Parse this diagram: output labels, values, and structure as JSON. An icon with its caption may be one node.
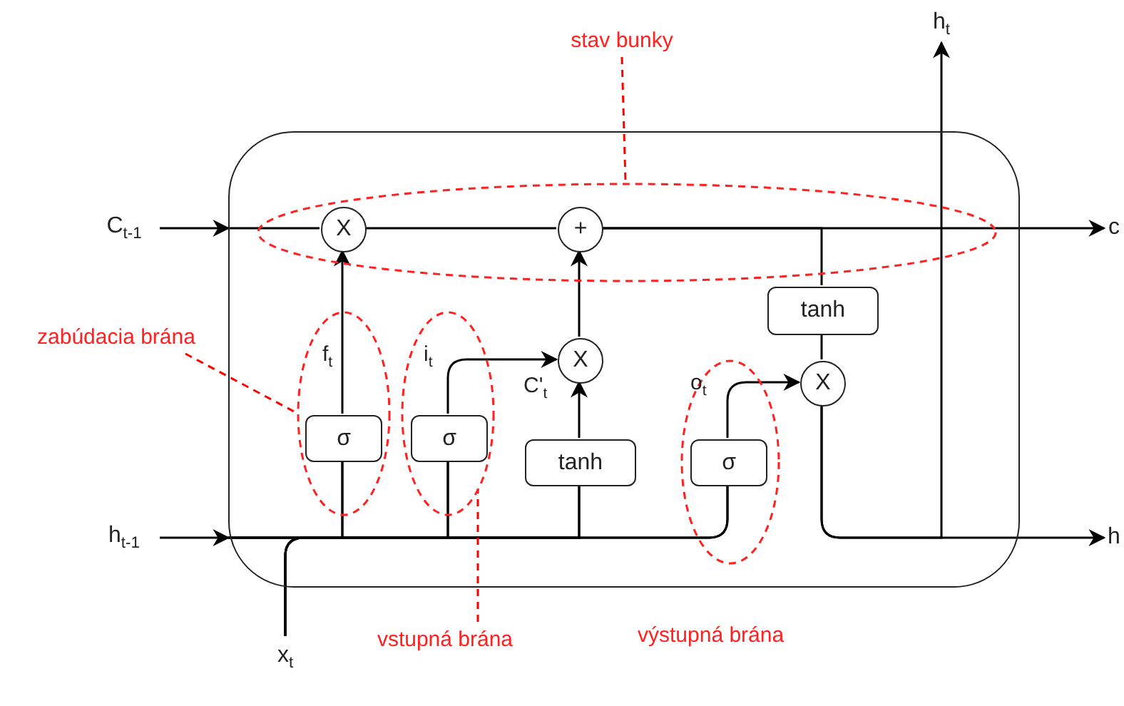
{
  "diagram": {
    "nodes": [
      {
        "text": [
          "stav bunky"
        ]
      },
      {
        "text": [
          "h$_{t}$"
        ]
      },
      {
        "text": [],
        "shape": "box"
      },
      {
        "text": [],
        "shape": "ellipse",
        "in": 2
      },
      {
        "text": [
          "C$_{t-1}$"
        ]
      },
      {
        "text": [
          "X"
        ],
        "in": 3
      },
      {
        "text": [
          "+"
        ],
        "in": 3
      },
      {
        "text": [
          "c"
        ]
      },
      {
        "text": [
          "tanh"
        ],
        "in": 2
      },
      {
        "text": [
          "zabúdacia brána"
        ]
      },
      {
        "text": [],
        "shape": "ellipse",
        "in": 2
      },
      {
        "text": [],
        "shape": "ellipse",
        "in": 2
      },
      {
        "text": [
          "X"
        ],
        "in": 2
      },
      {
        "text": [
          "X"
        ],
        "in": 2
      },
      {
        "text": [],
        "shape": "ellipse",
        "in": 2
      },
      {
        "text": [
          "σ"
        ],
        "in": 10
      },
      {
        "text": [
          "σ"
        ],
        "in": 11
      },
      {
        "text": [
          "tanh"
        ],
        "in": 2
      },
      {
        "text": [
          "σ"
        ],
        "in": 14
      },
      {
        "text": [
          "h$_{t-1}$"
        ]
      },
      {
        "text": [
          "h"
        ]
      },
      {
        "text": [
          "x$_{t}$"
        ]
      },
      {
        "text": [
          "vstupná brána"
        ]
      }
    ],
    "edges": [
      {
        "from": 4,
        "to": 2,
        "arrow": "to"
      },
      {
        "from": 2,
        "to": 5,
        "arrow": "none"
      },
      {
        "from": 5,
        "to": 6,
        "arrow": "none"
      },
      {
        "from": 6,
        "to": 7,
        "arrow": "to"
      },
      {
        "from": 6,
        "to": 8,
        "arrow": "none"
      },
      {
        "from": 15,
        "to": 5,
        "arrow": "to",
        "label": "f$_{t}$"
      },
      {
        "from": 16,
        "to": 12,
        "arrow": "to",
        "label": "i$_{t}$"
      },
      {
        "from": 17,
        "to": 12,
        "arrow": "to",
        "label": "C'$_{t}$"
      },
      {
        "from": 12,
        "to": 6,
        "arrow": "to"
      },
      {
        "from": 8,
        "to": 13,
        "arrow": "none"
      },
      {
        "from": 18,
        "to": 13,
        "arrow": "to",
        "label": "o$_{t}$"
      },
      {
        "from": 13,
        "to": 20,
        "arrow": "to"
      },
      {
        "from": 13,
        "to": 1,
        "arrow": "to"
      },
      {
        "from": 19,
        "to": 2,
        "arrow": "to"
      },
      {
        "from": 2,
        "to": 15,
        "arrow": "none"
      },
      {
        "from": 2,
        "to": 16,
        "arrow": "none"
      },
      {
        "from": 2,
        "to": 17,
        "arrow": "none"
      },
      {
        "from": 2,
        "to": 18,
        "arrow": "none"
      },
      {
        "from": 21,
        "to": 15,
        "arrow": "none"
      },
      {
        "from": 21,
        "to": 16,
        "arrow": "none"
      },
      {
        "from": 21,
        "to": 17,
        "arrow": "none"
      },
      {
        "from": 21,
        "to": 18,
        "arrow": "none"
      },
      {
        "from": 0,
        "to": 3,
        "arrow": "none",
        "style": "dashed",
        "color": "#ff0000"
      },
      {
        "from": 9,
        "to": 10,
        "arrow": "none",
        "style": "dashed",
        "color": "#ff0000"
      },
      {
        "from": 22,
        "to": 11,
        "arrow": "none",
        "style": "dashed",
        "color": "#ff0000"
      }
    ],
    "labels": [
      "výstupná brána"
    ]
  }
}
